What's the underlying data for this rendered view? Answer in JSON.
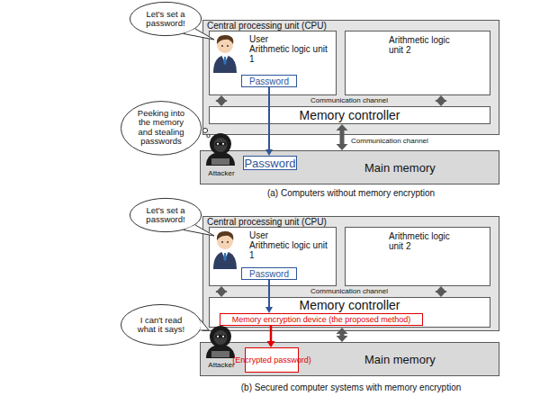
{
  "diagram": {
    "nodes": [
      {
        "text": [
          "Central processing unit (CPU)"
        ]
      },
      {
        "text": [
          "User",
          "Arithmetic logic unit 1"
        ],
        "in": 0
      },
      {
        "text": [
          "Password"
        ],
        "in": 1
      },
      {
        "text": [
          "Arithmetic logic unit 2"
        ],
        "in": 0
      },
      {
        "text": [
          "Memory controller"
        ],
        "in": 0
      },
      {
        "text": [
          "Main memory"
        ]
      },
      {
        "text": [
          "Password"
        ],
        "in": 5
      },
      {
        "text": [
          "Let's set a password!"
        ]
      },
      {
        "text": [
          "Peeking into the memory and stealing passwords"
        ]
      },
      {
        "text": [
          "Central processing unit (CPU)"
        ]
      },
      {
        "text": [
          "User",
          "Arithmetic logic unit 1"
        ],
        "in": 9
      },
      {
        "text": [
          "Password"
        ],
        "in": 10
      },
      {
        "text": [
          "Arithmetic logic unit 2"
        ],
        "in": 9
      },
      {
        "text": [
          "Memory controller"
        ],
        "in": 9
      },
      {
        "text": [
          "Memory encryption device (the proposed method)"
        ],
        "in": 13
      },
      {
        "text": [
          "Main memory"
        ]
      },
      {
        "text": [
          "(Encrypted password)"
        ],
        "in": 15
      },
      {
        "text": [
          "Let's set a password!"
        ]
      },
      {
        "text": [
          "I can't read what it says!"
        ]
      }
    ],
    "edges": [
      {
        "from": 1,
        "to": 4,
        "arrow": "both"
      },
      {
        "from": 3,
        "to": 4,
        "arrow": "both"
      },
      {
        "from": 4,
        "to": 5,
        "label": "Communication channel",
        "arrow": "both"
      },
      {
        "from": 2,
        "to": 6,
        "arrow": "to"
      },
      {
        "from": 10,
        "to": 13,
        "arrow": "both"
      },
      {
        "from": 12,
        "to": 13,
        "arrow": "both"
      },
      {
        "from": 13,
        "to": 15,
        "arrow": "both"
      },
      {
        "from": 11,
        "to": 14,
        "arrow": "to"
      },
      {
        "from": 14,
        "to": 16,
        "arrow": "to"
      }
    ],
    "labels": [
      "Communication channel",
      "Attacker",
      "(a) Computers without memory encryption",
      "Communication channel",
      "Attacker",
      "(b) Secured computer systems with memory encryption"
    ]
  }
}
